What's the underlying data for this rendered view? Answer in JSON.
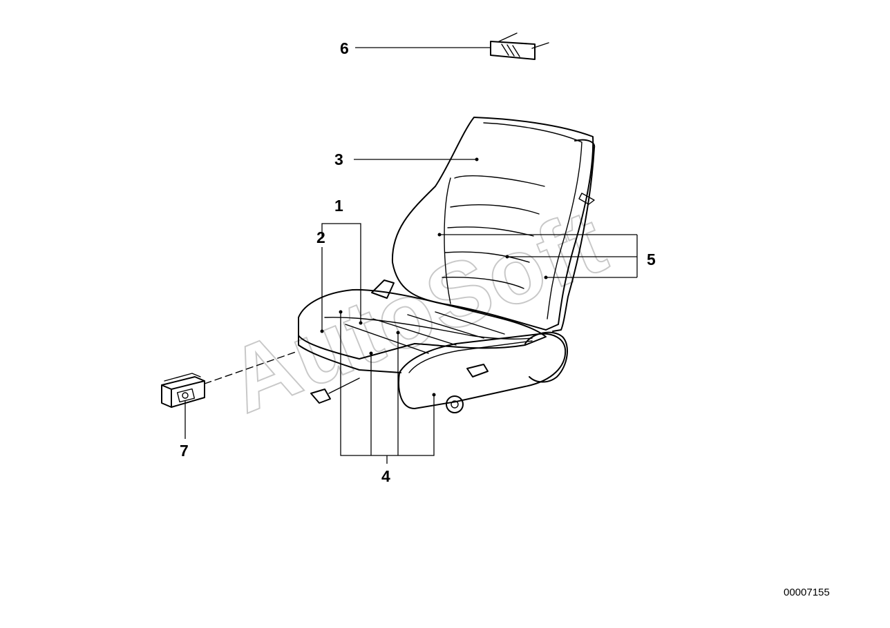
{
  "diagram": {
    "subject": "seat-assembly",
    "callouts": [
      {
        "id": "c1",
        "label": "1"
      },
      {
        "id": "c2",
        "label": "2"
      },
      {
        "id": "c3",
        "label": "3"
      },
      {
        "id": "c4",
        "label": "4"
      },
      {
        "id": "c5",
        "label": "5"
      },
      {
        "id": "c6",
        "label": "6"
      },
      {
        "id": "c7",
        "label": "7"
      }
    ],
    "document_number": "00007155",
    "watermark": "AutoSoft"
  },
  "colors": {
    "ink": "#000000",
    "background": "#ffffff",
    "watermark": "#c8c8c8"
  }
}
